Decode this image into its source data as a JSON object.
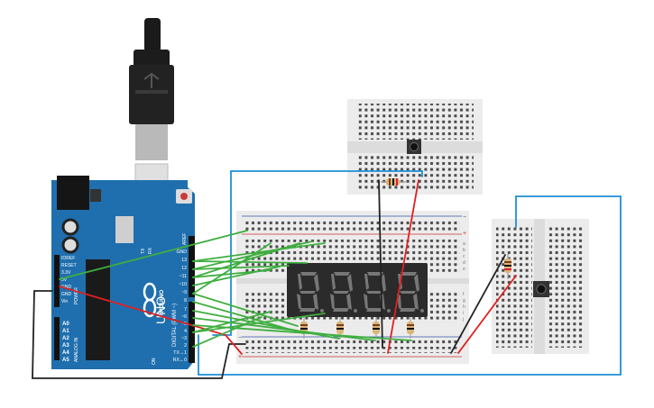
{
  "arduino": {
    "brand": "ARDUINO",
    "model": "UNO",
    "power_labels": [
      "IOREF",
      "RESET",
      "3.3V",
      "5V",
      "GND",
      "GND",
      "Vin"
    ],
    "analog_labels": [
      "A0",
      "A1",
      "A2",
      "A3",
      "A4",
      "A5"
    ],
    "analog_title": "ANALOG IN",
    "power_title": "POWER",
    "digital_title": "DIGITAL (PWM ~)",
    "top_labels": [
      "GND",
      "13",
      "12",
      "~11",
      "~10",
      "~9",
      "8"
    ],
    "bottom_labels": [
      "7",
      "~6",
      "~5",
      "4",
      "~3",
      "2",
      "TX→1",
      "RX←0"
    ],
    "tx_label": "TX",
    "rx_label": "RX",
    "on_label": "ON",
    "l_label": "L",
    "aref_label": "AREF"
  },
  "breadboard": {
    "row_letters_top": [
      "a",
      "b",
      "c",
      "d",
      "e"
    ],
    "row_letters_bottom": [
      "f",
      "g",
      "h",
      "i",
      "j"
    ],
    "plus": "+",
    "minus": "−"
  },
  "display": {
    "digits": [
      "8.",
      "8.",
      "8.",
      "8."
    ]
  },
  "colors": {
    "board_blue": "#1f6fae",
    "wire_green": "#3fae3f",
    "wire_red": "#e02020",
    "wire_black": "#222222",
    "wire_blue": "#1e8ed6",
    "display_bg": "#2b2b2b",
    "segment_off": "#6a6a6a"
  },
  "icons": [
    "usb-cable-icon",
    "pushbutton-icon",
    "resistor-icon"
  ]
}
